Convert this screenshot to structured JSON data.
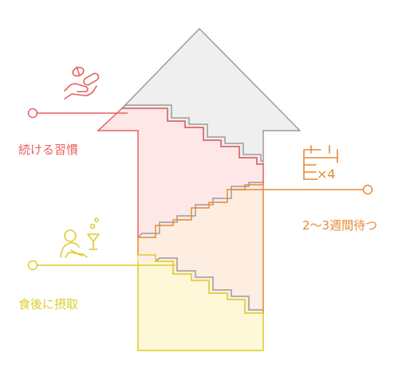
{
  "colors": {
    "red": "#e8605f",
    "red_fill": "#fde8e7",
    "orange": "#e58a36",
    "orange_fill": "#fdeee1",
    "yellow": "#e0cc2c",
    "yellow_fill": "#fdf8d8",
    "gray": "#9b9b9b",
    "gray_fill": "#efefef"
  },
  "labels": {
    "habit": "続ける習慣",
    "wait": "2〜3週間待つ",
    "after_meal": "食後に摂取",
    "times": "×4"
  },
  "icons": {
    "habit": "hand-with-pills-icon",
    "wait": "calendar-icon",
    "after_meal": "person-with-drink-icon"
  }
}
